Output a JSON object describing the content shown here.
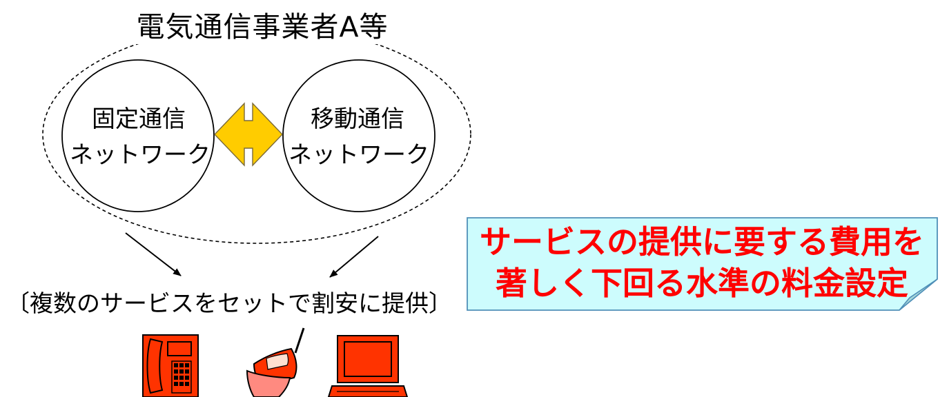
{
  "company": {
    "title": "電気通信事業者A等"
  },
  "networks": {
    "fixed": {
      "line1": "固定通信",
      "line2": "ネットワーク"
    },
    "mobile": {
      "line1": "移動通信",
      "line2": "ネットワーク"
    }
  },
  "bundle_caption": "〔複数のサービスをセットで割安に提供〕",
  "devices": [
    {
      "icon": "desk-phone-icon",
      "color": "#ff3300"
    },
    {
      "icon": "mobile-phone-icon",
      "color": "#ff3300"
    },
    {
      "icon": "laptop-icon",
      "color": "#ff3300"
    }
  ],
  "callout": {
    "line1": "サービスの提供に要する費用を",
    "line2": "著しく下回る水準の料金設定",
    "text_color": "#ff0000",
    "fill_color": "#cdfcfd"
  },
  "colors": {
    "double_arrow": "#ffcc00",
    "device_red": "#ff3300"
  }
}
